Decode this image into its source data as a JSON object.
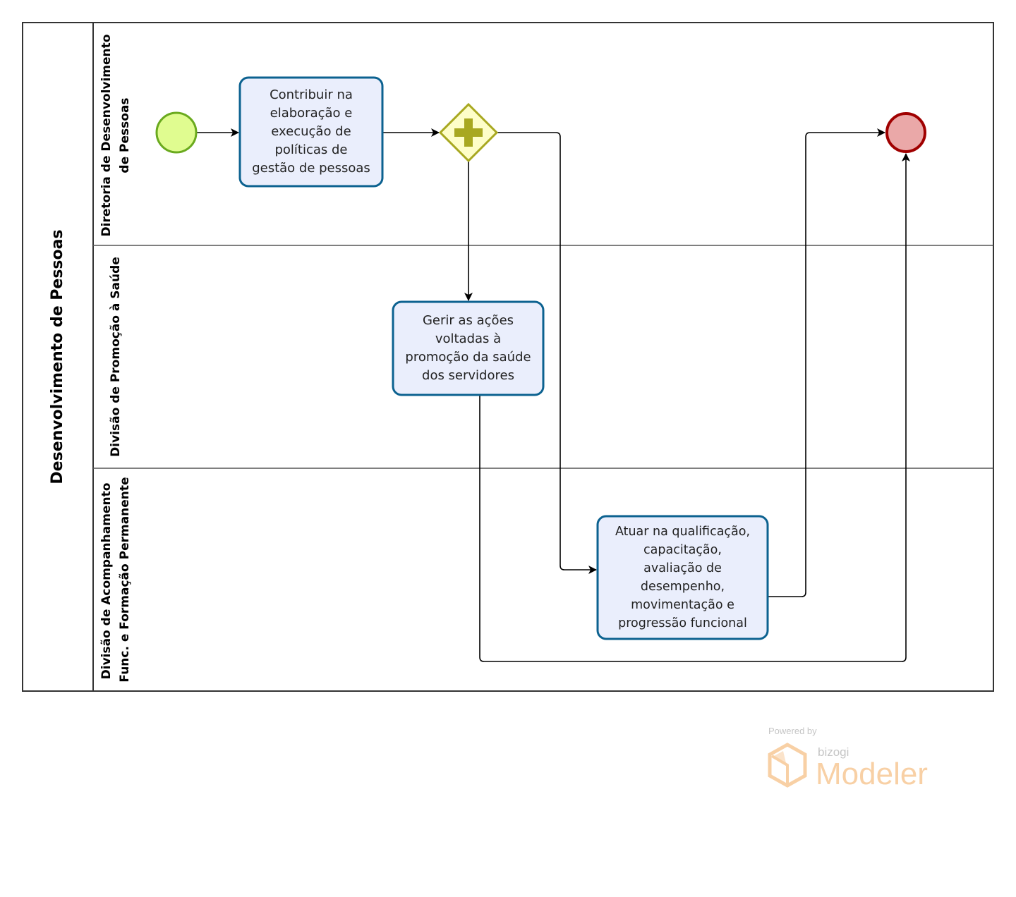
{
  "pool": {
    "title": "Desenvolvimento de Pessoas"
  },
  "lanes": [
    {
      "line1": "Diretoria de Desenvolvimento",
      "line2": "de Pessoas"
    },
    {
      "line1": "Divisão de Promoção à Saúde",
      "line2": ""
    },
    {
      "line1": "Divisão de Acompanhamento",
      "line2": "Func. e Formação Permanente"
    }
  ],
  "tasks": [
    {
      "label": "Contribuir na\nelaboração e\nexecução de\npolíticas de\ngestão de pessoas"
    },
    {
      "label": "Gerir as ações\nvoltadas à\npromoção da saúde\ndos servidores"
    },
    {
      "label": "Atuar na qualificação,\ncapacitação,\navaliação de\ndesempenho,\nmovimentação e\nprogressão funcional"
    }
  ],
  "gateway": {
    "type": "parallel",
    "icon": "plus-icon"
  },
  "events": {
    "start": "start-event",
    "end": "end-event"
  },
  "colors": {
    "task_fill": "#eaeefc",
    "task_stroke": "#0c6290",
    "start_fill": "#e0fc90",
    "start_stroke": "#6aaa1e",
    "end_fill": "#eaa8a8",
    "end_stroke": "#a00000",
    "gateway_fill": "#fefec8",
    "gateway_stroke": "#a8a820",
    "watermark": "#f7c896"
  },
  "watermark": {
    "powered": "Powered by",
    "brand": "bizogi",
    "product": "Modeler"
  }
}
